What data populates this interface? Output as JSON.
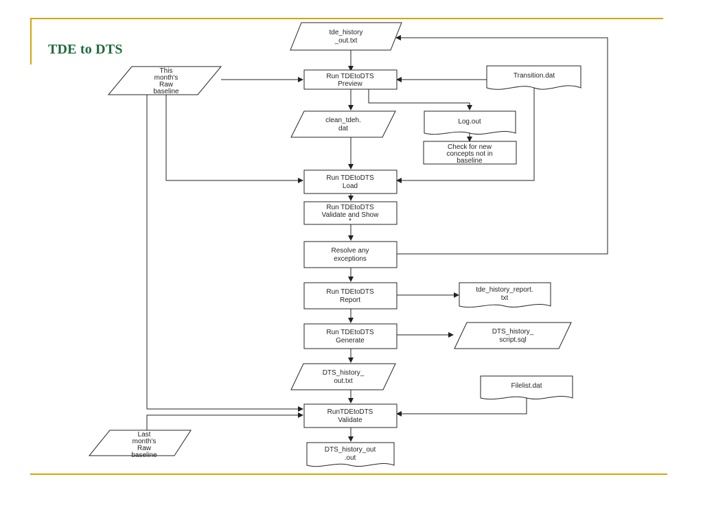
{
  "slide": {
    "title": "TDE to DTS",
    "accent_color": "#d9a300",
    "title_color": "#1e6b3a"
  },
  "flowchart": {
    "nodes": {
      "tde_history_out": [
        "tde_history",
        "_out.txt"
      ],
      "this_month_raw": [
        "This",
        "month's",
        "Raw",
        "baseline"
      ],
      "run_preview": [
        "Run TDEtoDTS",
        "Preview"
      ],
      "transition_dat": [
        "Transition.dat"
      ],
      "clean_tdeh": [
        "clean_tdeh.",
        "dat"
      ],
      "log_out": [
        "Log.out"
      ],
      "check_new_concepts": [
        "Check for new",
        "concepts not in",
        "baseline"
      ],
      "run_load": [
        "Run TDEtoDTS",
        "Load"
      ],
      "run_validate_show": [
        "Run TDEtoDTS",
        "Validate and Show",
        "*"
      ],
      "resolve_exceptions": [
        "Resolve any",
        "exceptions"
      ],
      "run_report": [
        "Run TDEtoDTS",
        "Report"
      ],
      "tde_history_report": [
        "tde_history_report.",
        "txt"
      ],
      "run_generate": [
        "Run TDEtoDTS",
        "Generate"
      ],
      "dts_history_script": [
        "DTS_history_",
        "script.sql"
      ],
      "dts_history_out_txt": [
        "DTS_history_",
        "out.txt"
      ],
      "filelist_dat": [
        "Filelist.dat"
      ],
      "run_validate": [
        "RunTDEtoDTS",
        "Validate"
      ],
      "last_month_raw": [
        "Last",
        "month's",
        "Raw",
        "baseline"
      ],
      "dts_history_out_out": [
        "DTS_history_out",
        ".out"
      ]
    }
  }
}
